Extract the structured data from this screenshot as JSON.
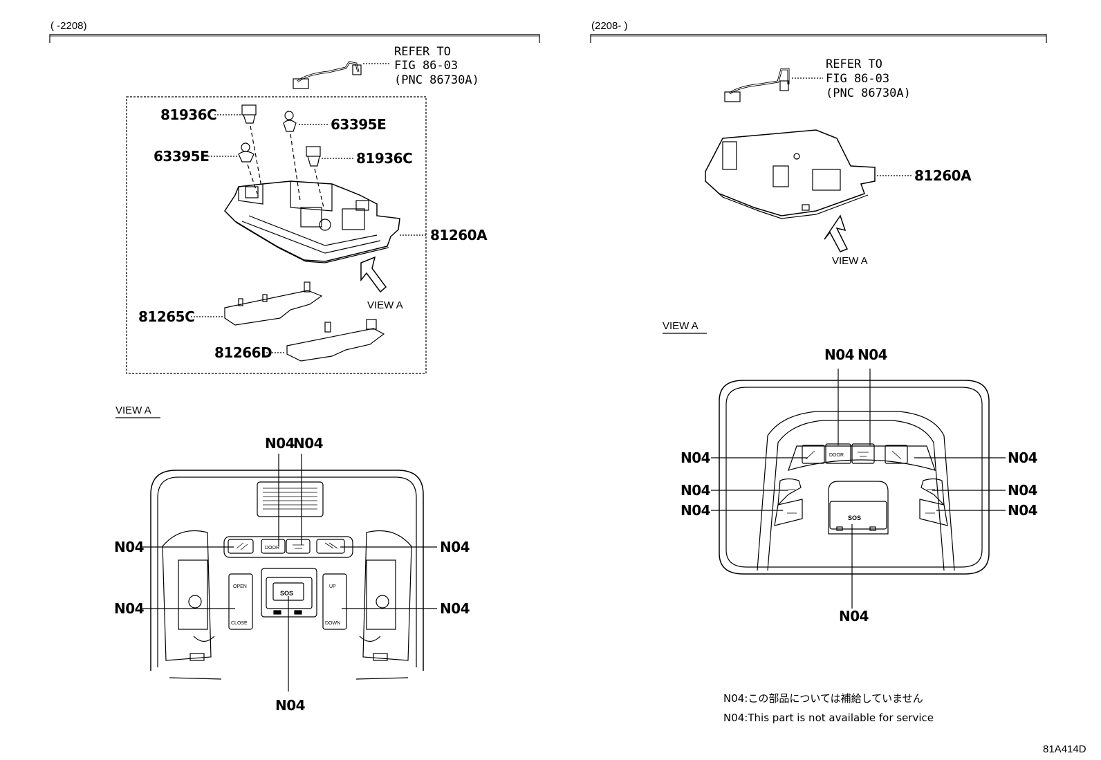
{
  "left_panel": {
    "range_label": "(   -2208)",
    "refer": {
      "line1": "REFER TO",
      "line2": "FIG 86-03",
      "line3": "(PNC 86730A)"
    },
    "parts": {
      "p81936C_a": "81936C",
      "p63395E_a": "63395E",
      "p63395E_b": "63395E",
      "p81936C_b": "81936C",
      "p81260A": "81260A",
      "p81265C": "81265C",
      "p81266D": "81266D"
    },
    "view_a_arrow_label": "VIEW A",
    "view_a_title": "VIEW A",
    "callouts": {
      "top1": "N04",
      "top2": "N04",
      "left_top": "N04",
      "right_top": "N04",
      "left_mid": "N04",
      "right_mid": "N04",
      "bottom": "N04"
    },
    "buttons": {
      "door": "DOOR",
      "open": "OPEN",
      "close": "CLOSE",
      "up": "UP",
      "down": "DOWN",
      "sos": "SOS"
    }
  },
  "right_panel": {
    "range_label": "(2208-    )",
    "refer": {
      "line1": "REFER TO",
      "line2": "FIG 86-03",
      "line3": "(PNC 86730A)"
    },
    "parts": {
      "p81260A": "81260A"
    },
    "view_a_arrow_label": "VIEW A",
    "view_a_title": "VIEW A",
    "callouts": {
      "top1": "N04",
      "top2": "N04",
      "left1": "N04",
      "left2": "N04",
      "left3": "N04",
      "right1": "N04",
      "right2": "N04",
      "right3": "N04",
      "bottom": "N04"
    },
    "buttons": {
      "door": "DOOR",
      "sos": "SOS"
    }
  },
  "notes": {
    "jp": "N04:この部品については補給していません",
    "en": "N04:This part is not available for service"
  },
  "figure_id": "81A414D"
}
